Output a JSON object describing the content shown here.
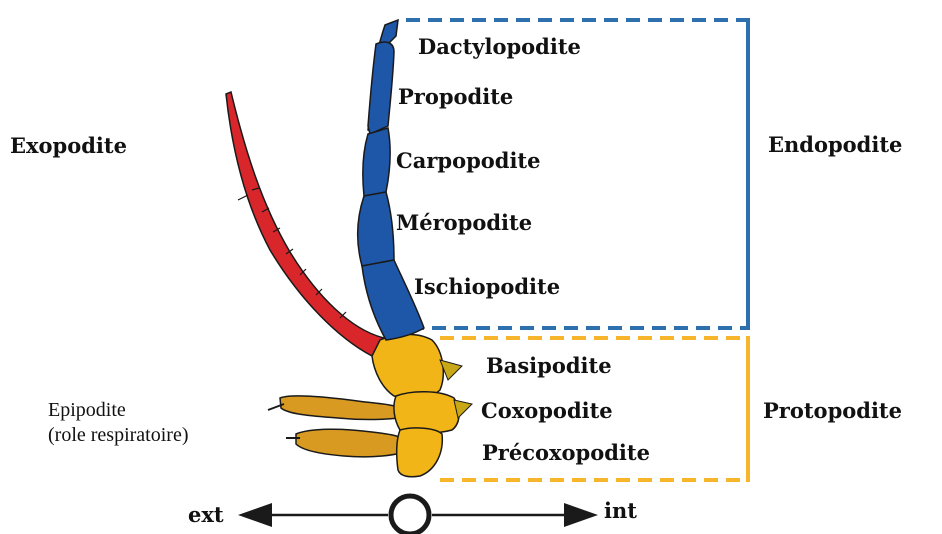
{
  "colors": {
    "endopodite": "#1e56a8",
    "protopodite": "#f2b517",
    "exopodite": "#d8262a",
    "epipodite": "#d99a22",
    "outline": "#1a1a1a",
    "endo_bracket": "#2e6fae",
    "proto_bracket": "#f6b52a"
  },
  "labels": {
    "exopodite": "Exopodite",
    "endopodite": "Endopodite",
    "protopodite": "Protopodite",
    "dactylopodite": "Dactylopodite",
    "propodite": "Propodite",
    "carpopodite": "Carpopodite",
    "meropodite": "Méropodite",
    "ischiopodite": "Ischiopodite",
    "basipodite": "Basipodite",
    "coxopodite": "Coxopodite",
    "precoxopodite": "Précoxopodite",
    "epipodite_line1": "Epipodite",
    "epipodite_line2": "(role respiratoire)",
    "ext": "ext",
    "int": "int"
  }
}
